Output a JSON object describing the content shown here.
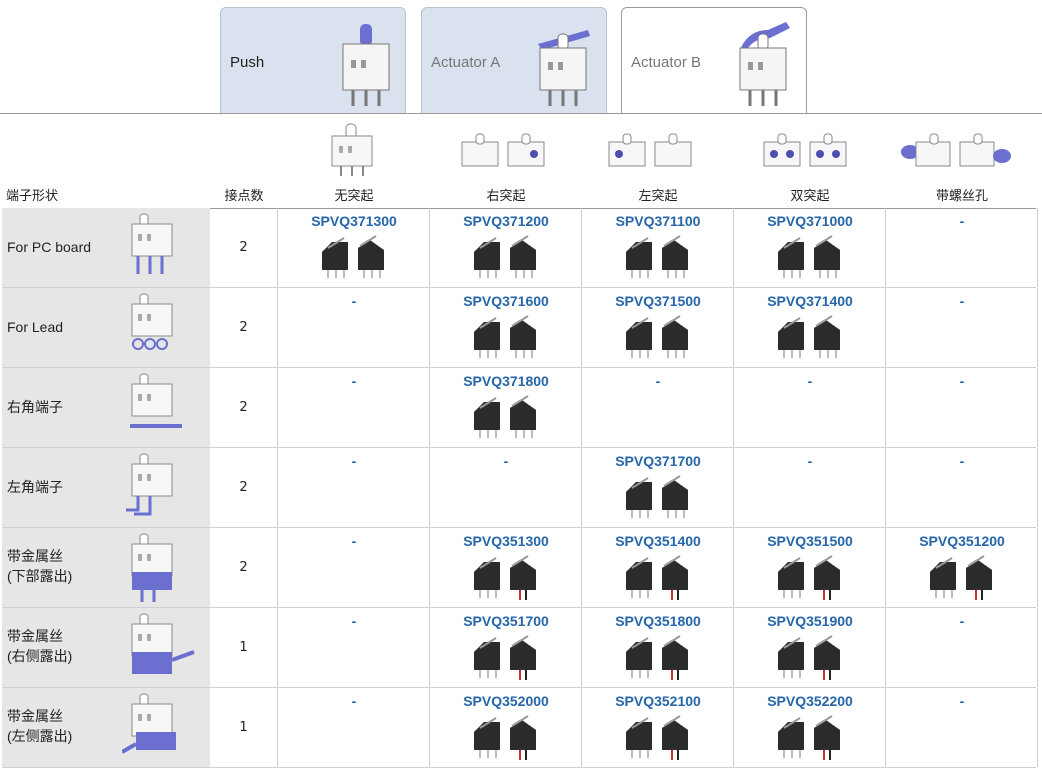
{
  "tabs": [
    {
      "label": "Push",
      "active": false
    },
    {
      "label": "Actuator A",
      "active": false
    },
    {
      "label": "Actuator B",
      "active": true
    }
  ],
  "header": {
    "terminal_shape": "端子形状",
    "contact_count": "接点数",
    "columns": [
      "无突起",
      "右突起",
      "左突起",
      "双突起",
      "带螺丝孔"
    ]
  },
  "rows": [
    {
      "label": "For PC board",
      "label2": "",
      "contacts": "2",
      "cells": [
        "SPVQ371300",
        "SPVQ371200",
        "SPVQ371100",
        "SPVQ371000",
        "-"
      ]
    },
    {
      "label": "For Lead",
      "label2": "",
      "contacts": "2",
      "cells": [
        "-",
        "SPVQ371600",
        "SPVQ371500",
        "SPVQ371400",
        "-"
      ]
    },
    {
      "label": "右角端子",
      "label2": "",
      "contacts": "2",
      "cells": [
        "-",
        "SPVQ371800",
        "-",
        "-",
        "-"
      ]
    },
    {
      "label": "左角端子",
      "label2": "",
      "contacts": "2",
      "cells": [
        "-",
        "-",
        "SPVQ371700",
        "-",
        "-"
      ]
    },
    {
      "label": "带金属丝",
      "label2": "(下部露出)",
      "contacts": "2",
      "cells": [
        "-",
        "SPVQ351300",
        "SPVQ351400",
        "SPVQ351500",
        "SPVQ351200"
      ]
    },
    {
      "label": "带金属丝",
      "label2": "(右侧露出)",
      "contacts": "1",
      "cells": [
        "-",
        "SPVQ351700",
        "SPVQ351800",
        "SPVQ351900",
        "-"
      ]
    },
    {
      "label": "带金属丝",
      "label2": "(左侧露出)",
      "contacts": "1",
      "cells": [
        "-",
        "SPVQ352000",
        "SPVQ352100",
        "SPVQ352200",
        "-"
      ]
    }
  ],
  "colors": {
    "accent": "#2565a8",
    "tab_inactive": "#d9e2ee",
    "actuator": "#6b6fd0"
  }
}
